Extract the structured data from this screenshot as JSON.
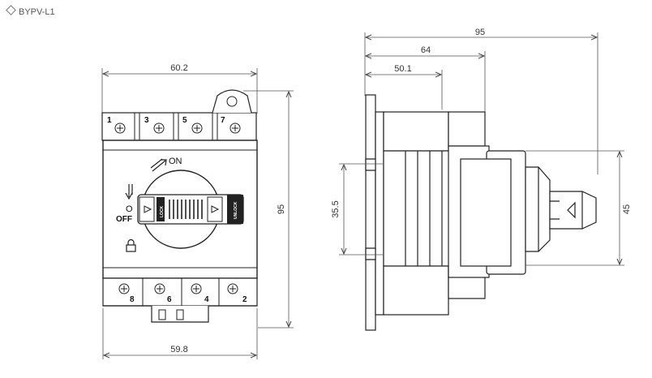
{
  "title": "BYPV-L1",
  "dimensions": {
    "front_top_width": "60.2",
    "front_height": "95",
    "front_bottom_width": "59.8",
    "side_total": "95",
    "side_64": "64",
    "side_50_1": "50.1",
    "side_35_5": "35.5",
    "side_45": "45"
  },
  "terminals_top": [
    "1",
    "3",
    "5",
    "7"
  ],
  "terminals_bottom": [
    "8",
    "6",
    "4",
    "2"
  ],
  "switch": {
    "on_label": "ON",
    "off_label": "OFF",
    "off_symbol": "O",
    "lock_label_left": "LOCK",
    "lock_label_right": "UNLOCK"
  }
}
